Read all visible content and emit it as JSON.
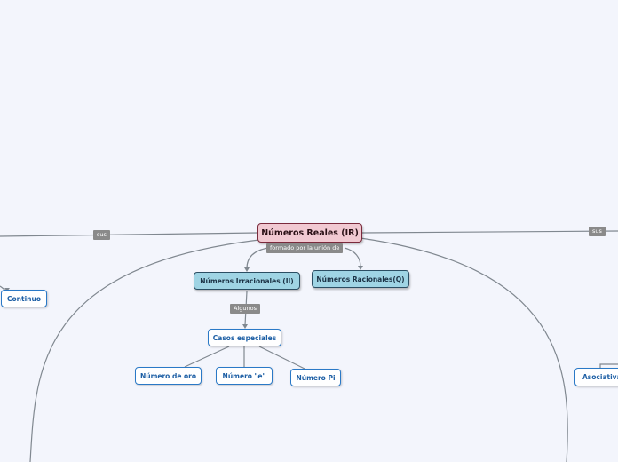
{
  "root": {
    "label": "Números Reales (IR)"
  },
  "categories": {
    "irrational": "Números Irracionales (II)",
    "rational": "Números Racionales(Q)"
  },
  "leaves": {
    "continuo": "Continuo",
    "casos": "Casos especiales",
    "oro": "Número de oro",
    "e": "Número \"e\"",
    "pi": "Número Pi",
    "asociativa": "Asociativa"
  },
  "connector_labels": {
    "sus_left": "sus",
    "sus_right": "sus",
    "formado": "formado por la unión de",
    "algunos": "Algunos"
  },
  "colors": {
    "background": "#f3f5fc",
    "root_fill": "#f1c9d2",
    "category_fill": "#9fd4e4",
    "leaf_border": "#2a79c7",
    "edge": "#808890"
  }
}
